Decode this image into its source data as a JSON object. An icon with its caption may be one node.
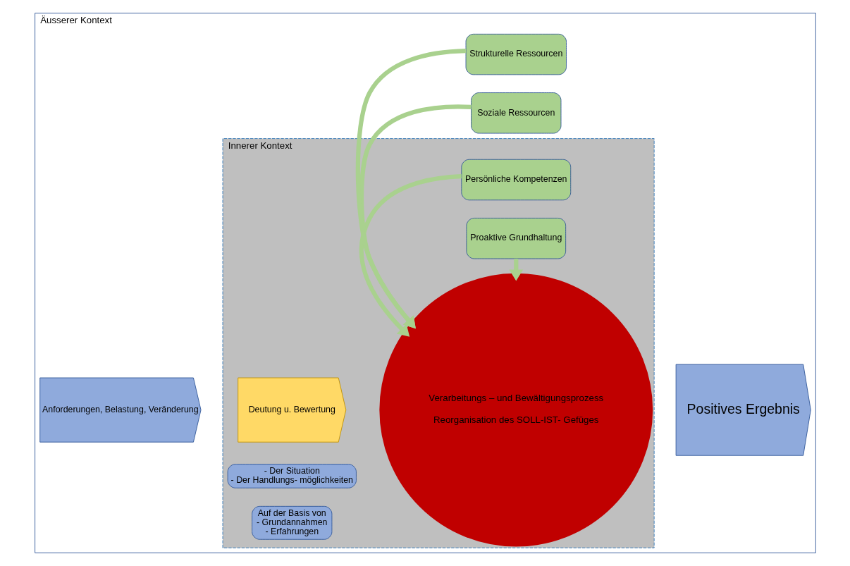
{
  "diagram": {
    "nodes": [
      {
        "text": [
          "Äusserer Kontext"
        ]
      },
      {
        "text": [
          "Innerer Kontext"
        ],
        "in": 0
      },
      {
        "text": [
          "Anforderungen, Belastung, Veränderung"
        ],
        "in": 0
      },
      {
        "text": [
          "Deutung u. Bewertung"
        ],
        "in": 1
      },
      {
        "text": [
          "Verarbeitungs – und Bewältigungsprozess",
          "Reorganisation des SOLL-IST- Gefüges"
        ],
        "in": 1
      },
      {
        "text": [
          "Positives Ergebnis"
        ],
        "in": 0
      },
      {
        "text": [
          "- Der Situation",
          "- Der Handlungs- möglichkeiten"
        ],
        "in": 1
      },
      {
        "text": [
          "Auf der Basis von",
          "- Grundannahmen",
          "- Erfahrungen"
        ],
        "in": 1
      },
      {
        "text": [
          "Soziale Ressourcen"
        ],
        "in": 0
      },
      {
        "text": [
          "Strukturelle Ressourcen"
        ],
        "in": 0
      },
      {
        "text": [
          "Proaktive Grundhaltung"
        ],
        "in": 1
      },
      {
        "text": [
          "Persönliche Kompetenzen"
        ],
        "in": 1
      }
    ],
    "edges": [
      {
        "from": 8,
        "to": 4,
        "arrow": "to"
      },
      {
        "from": 9,
        "to": 4,
        "arrow": "to"
      },
      {
        "from": 10,
        "to": 4,
        "arrow": "to"
      },
      {
        "from": 11,
        "to": 4,
        "arrow": "to"
      }
    ]
  }
}
